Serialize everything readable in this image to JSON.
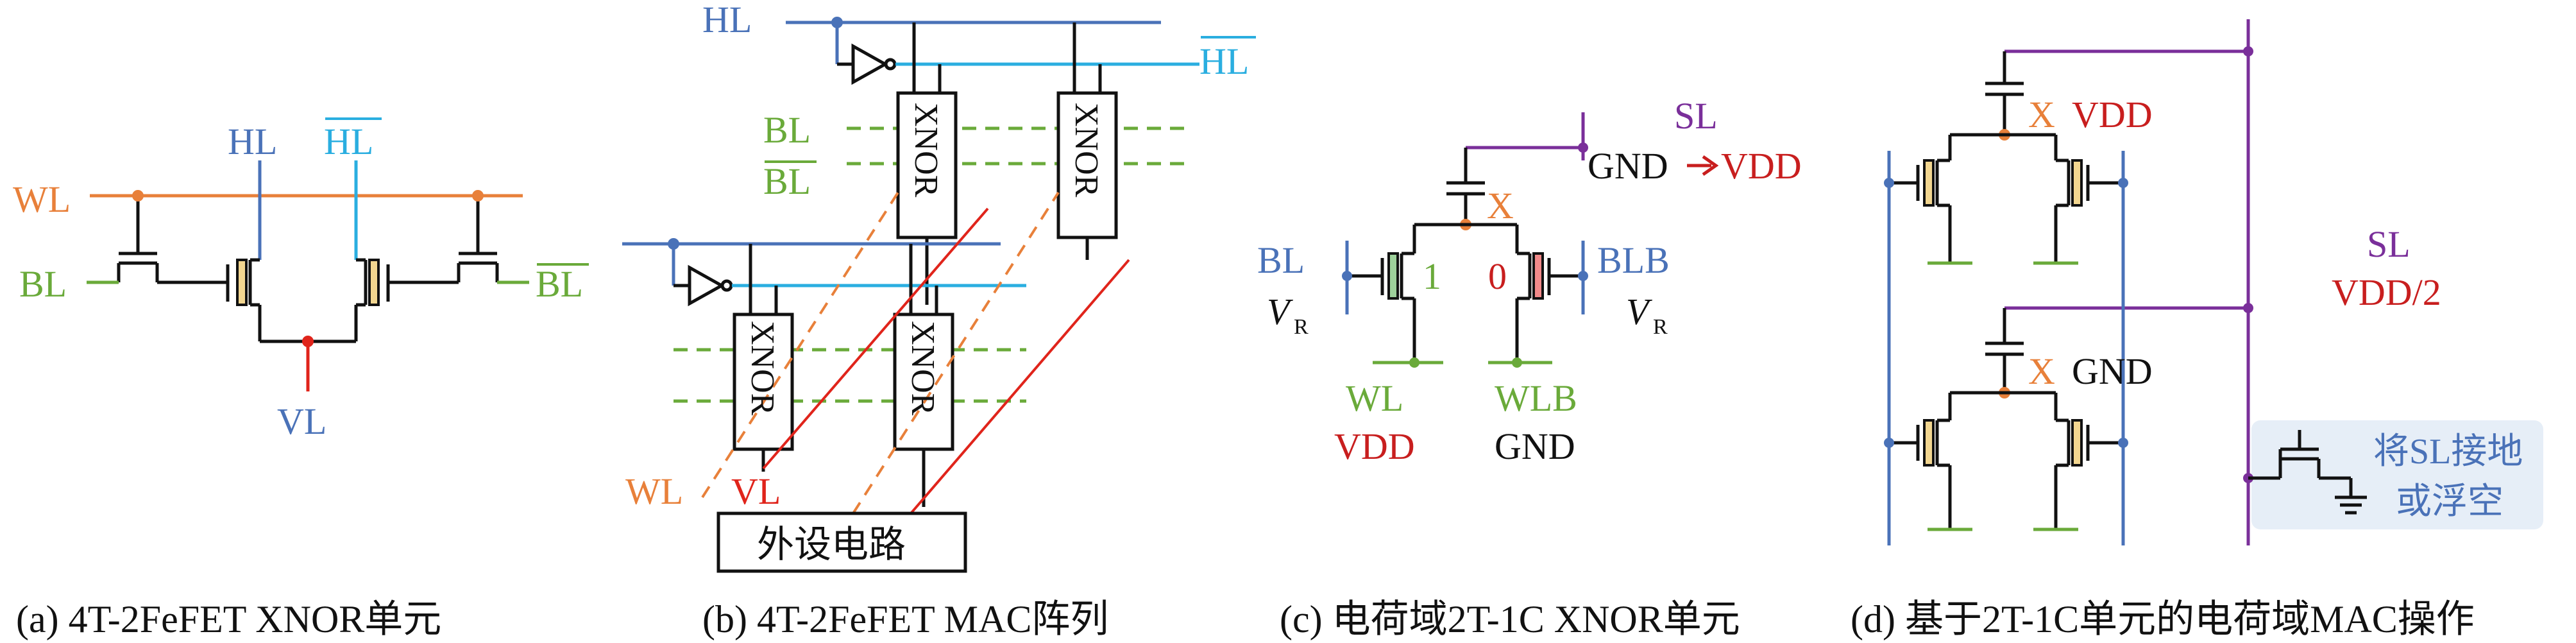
{
  "colors": {
    "wl": "#e8803a",
    "hl": "#4a72b8",
    "hlbar": "#2aaee0",
    "bl": "#6aaa3a",
    "vl": "#e0241b",
    "sl": "#7a2f9a",
    "vdd": "#c81e1e",
    "black": "#111111",
    "fe_yellow": "#f2d690",
    "fe_green": "#9ed19b",
    "fe_red": "#f28a8a",
    "box_bg": "#e6eef7"
  },
  "panel_a": {
    "wl": "WL",
    "hl": "HL",
    "hlbar": "HL",
    "bl": "BL",
    "blbar": "BL",
    "vl": "VL",
    "caption": "(a) 4T-2FeFET XNOR单元"
  },
  "panel_b": {
    "hl": "HL",
    "hlbar": "HL",
    "bl": "BL",
    "blbar": "BL",
    "xnor": "XNOR",
    "wl": "WL",
    "vl": "VL",
    "periph": "外设电路",
    "caption": "(b) 4T-2FeFET MAC阵列"
  },
  "panel_c": {
    "sl": "SL",
    "gnd_to": "GND",
    "vdd_to": "VDD",
    "x": "X",
    "bl": "BL",
    "blb": "BLB",
    "vr": "V",
    "vr_sub": "R",
    "one": "1",
    "zero": "0",
    "wl": "WL",
    "wl_v": "VDD",
    "wlb": "WLB",
    "wlb_v": "GND",
    "caption": "(c) 电荷域2T-1C XNOR单元"
  },
  "panel_d": {
    "x1": "X",
    "v1": "VDD",
    "x2": "X",
    "v2": "GND",
    "sl": "SL",
    "sl_v": "VDD/2",
    "note1": "将SL接地",
    "note2": "或浮空",
    "caption": "(d) 基于2T-1C单元的电荷域MAC操作"
  }
}
